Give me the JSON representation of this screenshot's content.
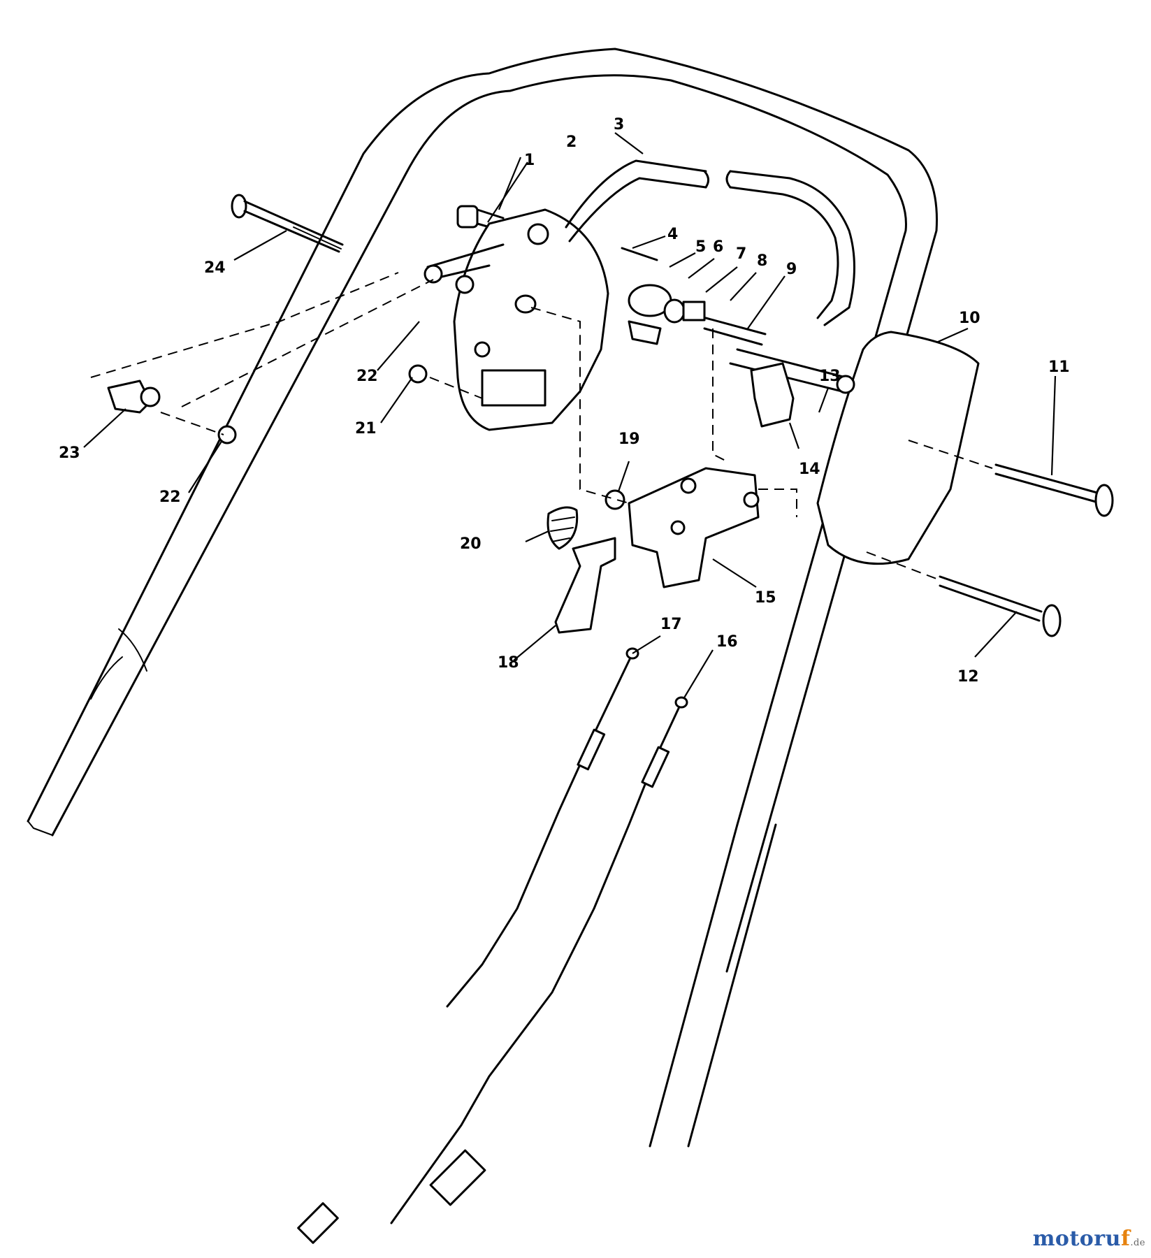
{
  "callouts": [
    "1",
    "2",
    "3",
    "4",
    "5",
    "6",
    "7",
    "8",
    "9",
    "10",
    "11",
    "12",
    "13",
    "14",
    "15",
    "16",
    "17",
    "18",
    "19",
    "20",
    "21",
    "22",
    "22",
    "23",
    "24"
  ],
  "watermark": {
    "main": "motoru",
    "accent": "f",
    "tld": ".de"
  },
  "colors": {
    "line": "#000000",
    "background": "#ffffff",
    "watermark_main": "#2a5ba8",
    "watermark_accent": "#e6820e"
  }
}
